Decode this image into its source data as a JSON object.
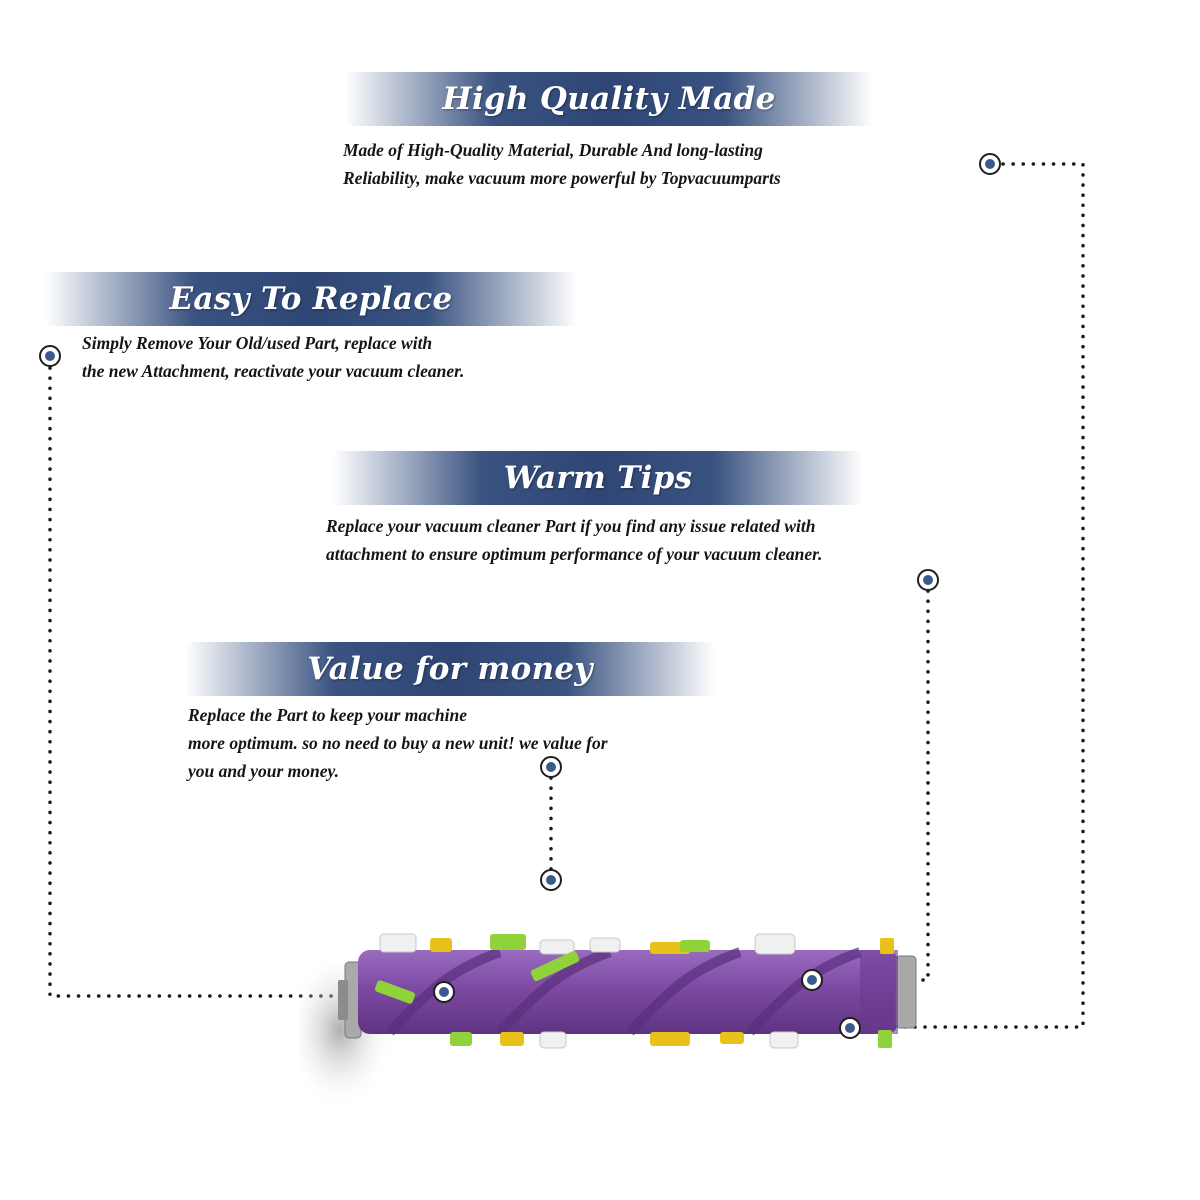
{
  "features": [
    {
      "title": "High Quality Made",
      "description": "Made of  High-Quality Material, Durable And long-lasting\nReliability, make vacuum more powerful by Topvacuumparts"
    },
    {
      "title": "Easy To Replace",
      "description": "Simply Remove Your Old/used Part, replace with\nthe new Attachment, reactivate your vacuum cleaner."
    },
    {
      "title": "Warm Tips",
      "description": "Replace your vacuum cleaner Part if you find any issue related with\n attachment to ensure optimum performance of your vacuum cleaner."
    },
    {
      "title": "Value for money",
      "description": "Replace the Part to keep your machine\nmore optimum. so no need to buy a new unit! we value for\nyou and your money."
    }
  ],
  "colors": {
    "banner_blue": "#2f4675",
    "marker_blue": "#3a5a8f",
    "roller_purple": "#7d4aa3",
    "bristle_green": "#8fd23a",
    "bristle_yellow": "#e8c21a"
  },
  "product_image": "brush-roll-icon"
}
